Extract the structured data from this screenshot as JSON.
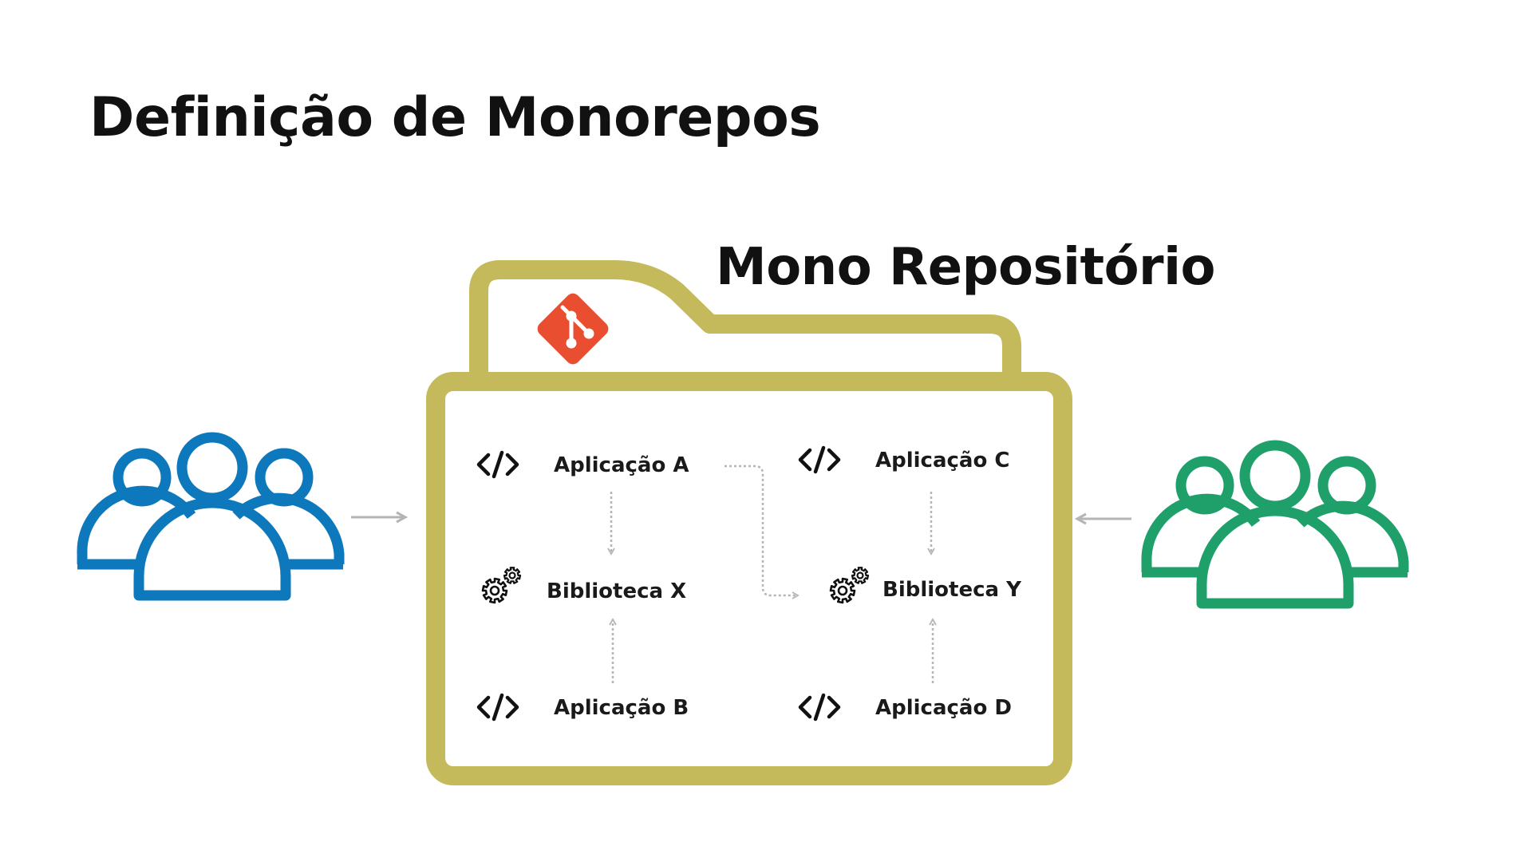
{
  "title": "Definição de Monorepos",
  "repository": {
    "title": "Mono Repositório",
    "folder_color": "#C4B95B",
    "logo": {
      "icon": "git-logo-icon",
      "color": "#E94E31"
    }
  },
  "teams": [
    {
      "id": "team-left",
      "icon": "users-group-icon",
      "color": "#0E78BC"
    },
    {
      "id": "team-right",
      "icon": "users-group-icon",
      "color": "#1FA06A"
    }
  ],
  "nodes": {
    "app_a": {
      "label": "Aplicação A",
      "icon": "code-icon"
    },
    "app_b": {
      "label": "Aplicação B",
      "icon": "code-icon"
    },
    "app_c": {
      "label": "Aplicação C",
      "icon": "code-icon"
    },
    "app_d": {
      "label": "Aplicação D",
      "icon": "code-icon"
    },
    "lib_x": {
      "label": "Biblioteca X",
      "icon": "gears-icon"
    },
    "lib_y": {
      "label": "Biblioteca Y",
      "icon": "gears-icon"
    }
  },
  "edges": [
    {
      "from": "app_a",
      "to": "lib_x",
      "style": "dotted"
    },
    {
      "from": "app_b",
      "to": "lib_x",
      "style": "dotted"
    },
    {
      "from": "app_a",
      "to": "lib_y",
      "style": "dotted"
    },
    {
      "from": "app_c",
      "to": "lib_y",
      "style": "dotted"
    },
    {
      "from": "app_d",
      "to": "lib_y",
      "style": "dotted"
    },
    {
      "from": "team-left",
      "to": "repository",
      "style": "solid"
    },
    {
      "from": "team-right",
      "to": "repository",
      "style": "solid"
    }
  ],
  "colors": {
    "arrow": "#B5B5B5",
    "text": "#111111"
  }
}
